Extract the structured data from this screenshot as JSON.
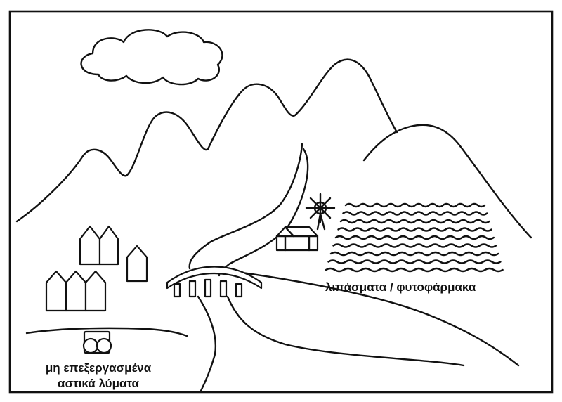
{
  "labels": {
    "fertilizers": "λιπάσματα / φυτοφάρμακα",
    "sewage_line1": "μη επεξεργασμένα",
    "sewage_line2": "αστικά λύματα"
  },
  "colors": {
    "ink": "#111111",
    "background": "#ffffff"
  }
}
